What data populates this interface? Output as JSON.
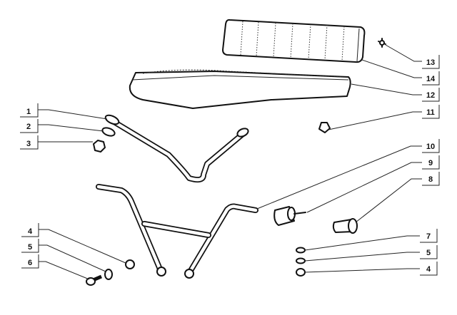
{
  "title": "Seat assembly exploded parts diagram",
  "callouts_left": [
    {
      "id": "c1",
      "label": "1"
    },
    {
      "id": "c2",
      "label": "2"
    },
    {
      "id": "c3",
      "label": "3"
    },
    {
      "id": "c4",
      "label": "4"
    },
    {
      "id": "c5",
      "label": "5"
    },
    {
      "id": "c6",
      "label": "6"
    }
  ],
  "callouts_right": [
    {
      "id": "c13",
      "label": "13"
    },
    {
      "id": "c14",
      "label": "14"
    },
    {
      "id": "c12",
      "label": "12"
    },
    {
      "id": "c11",
      "label": "11"
    },
    {
      "id": "c10",
      "label": "10"
    },
    {
      "id": "c9",
      "label": "9"
    },
    {
      "id": "c8",
      "label": "8"
    },
    {
      "id": "c7",
      "label": "7"
    },
    {
      "id": "c5b",
      "label": "5"
    },
    {
      "id": "c4b",
      "label": "4"
    }
  ]
}
